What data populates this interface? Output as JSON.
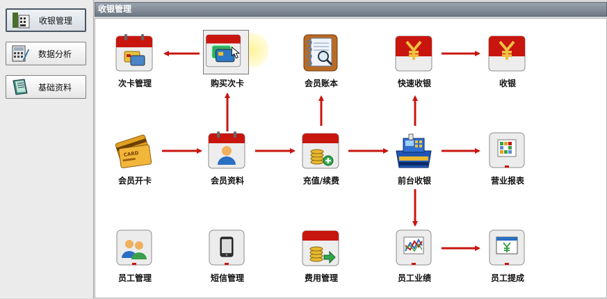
{
  "sidebar": {
    "items": [
      {
        "label": "收银管理",
        "icon": "register-icon",
        "active": true
      },
      {
        "label": "数据分析",
        "icon": "calculator-icon",
        "active": false
      },
      {
        "label": "基础资料",
        "icon": "notebook-icon",
        "active": false
      }
    ]
  },
  "main": {
    "title": "收银管理",
    "modules": {
      "cika_guanli": {
        "label": "次卡管理",
        "icon": "card-calendar-icon"
      },
      "goumai_cika": {
        "label": "购买次卡",
        "icon": "buy-card-icon"
      },
      "huiyuan_zhangben": {
        "label": "会员账本",
        "icon": "ledger-icon"
      },
      "kuaisu_shouyin": {
        "label": "快速收银",
        "icon": "yen-calendar-icon"
      },
      "shouyin": {
        "label": "收银",
        "icon": "yen-calendar-icon"
      },
      "huiyuan_kaika": {
        "label": "会员开卡",
        "icon": "card-icon"
      },
      "huiyuan_ziliao": {
        "label": "会员资料",
        "icon": "member-icon"
      },
      "chongzhi_xufei": {
        "label": "充值/续费",
        "icon": "coins-plus-icon"
      },
      "qiantai_shouyin": {
        "label": "前台收银",
        "icon": "cash-register-icon"
      },
      "yingye_baobiao": {
        "label": "营业报表",
        "icon": "report-icon"
      },
      "yuangong_guanli": {
        "label": "员工管理",
        "icon": "staff-icon"
      },
      "duanxin_guanli": {
        "label": "短信管理",
        "icon": "phone-icon"
      },
      "feiyong_guanli": {
        "label": "费用管理",
        "icon": "coins-arrow-icon"
      },
      "yuangong_yeji": {
        "label": "员工业绩",
        "icon": "chart-icon"
      },
      "yuangong_ticheng": {
        "label": "员工提成",
        "icon": "commission-icon"
      }
    }
  },
  "colors": {
    "arrow": "#c8160f",
    "calendar_red": "#c8160f",
    "accent_gold": "#e0a020"
  }
}
